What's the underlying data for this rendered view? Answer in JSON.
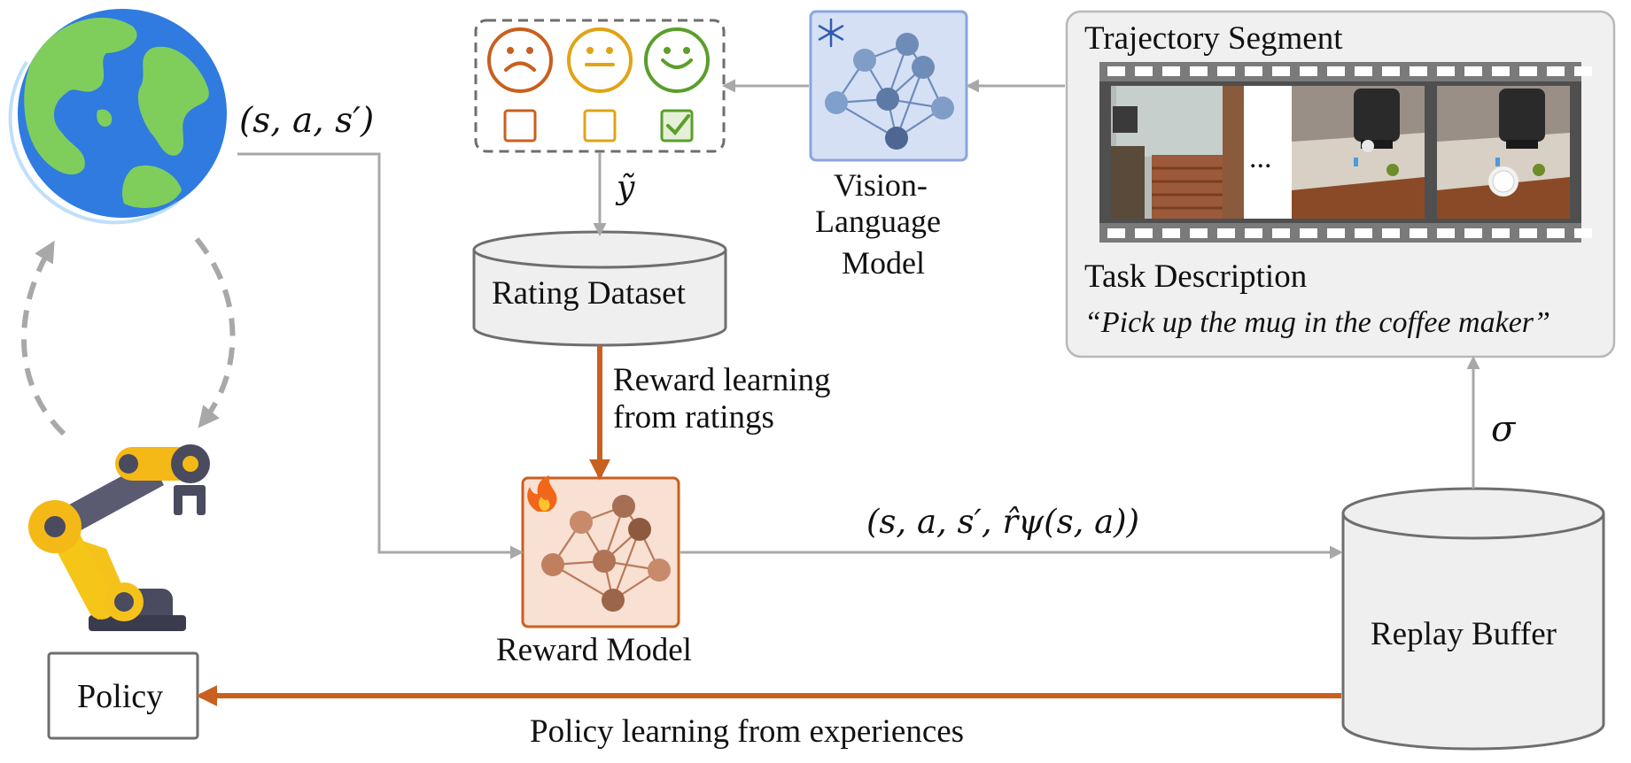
{
  "world_transition": "(s, a, s′)",
  "rating_label": "ỹ",
  "rating_dataset": "Rating Dataset",
  "reward_learning": [
    "Reward learning",
    "from ratings"
  ],
  "reward_model": "Reward Model",
  "reward_transition": "(s, a, s′, r̂ψ(s, a))",
  "vlm": [
    "Vision-",
    "Language",
    "Model"
  ],
  "trajectory_segment": "Trajectory Segment",
  "ellipsis": "...",
  "task_description": "Task Description",
  "task_text": "“Pick up the mug in the coffee maker”",
  "sigma": "σ",
  "replay_buffer": "Replay Buffer",
  "policy": "Policy",
  "policy_learning": "Policy learning from experiences",
  "ratings": [
    {
      "icon": "sad-face-icon",
      "checked": false,
      "color": "#c8601f"
    },
    {
      "icon": "neutral-face-icon",
      "checked": false,
      "color": "#e0a415"
    },
    {
      "icon": "happy-face-icon",
      "checked": true,
      "color": "#5a9e2b"
    }
  ],
  "colors": {
    "orange": "#c8601f",
    "gray_arrow": "#a8a8a8",
    "vlm_fill": "#d5e0f5",
    "vlm_border": "#8aa6dc",
    "reward_fill": "#f8e0d3",
    "reward_border": "#c8601f"
  }
}
